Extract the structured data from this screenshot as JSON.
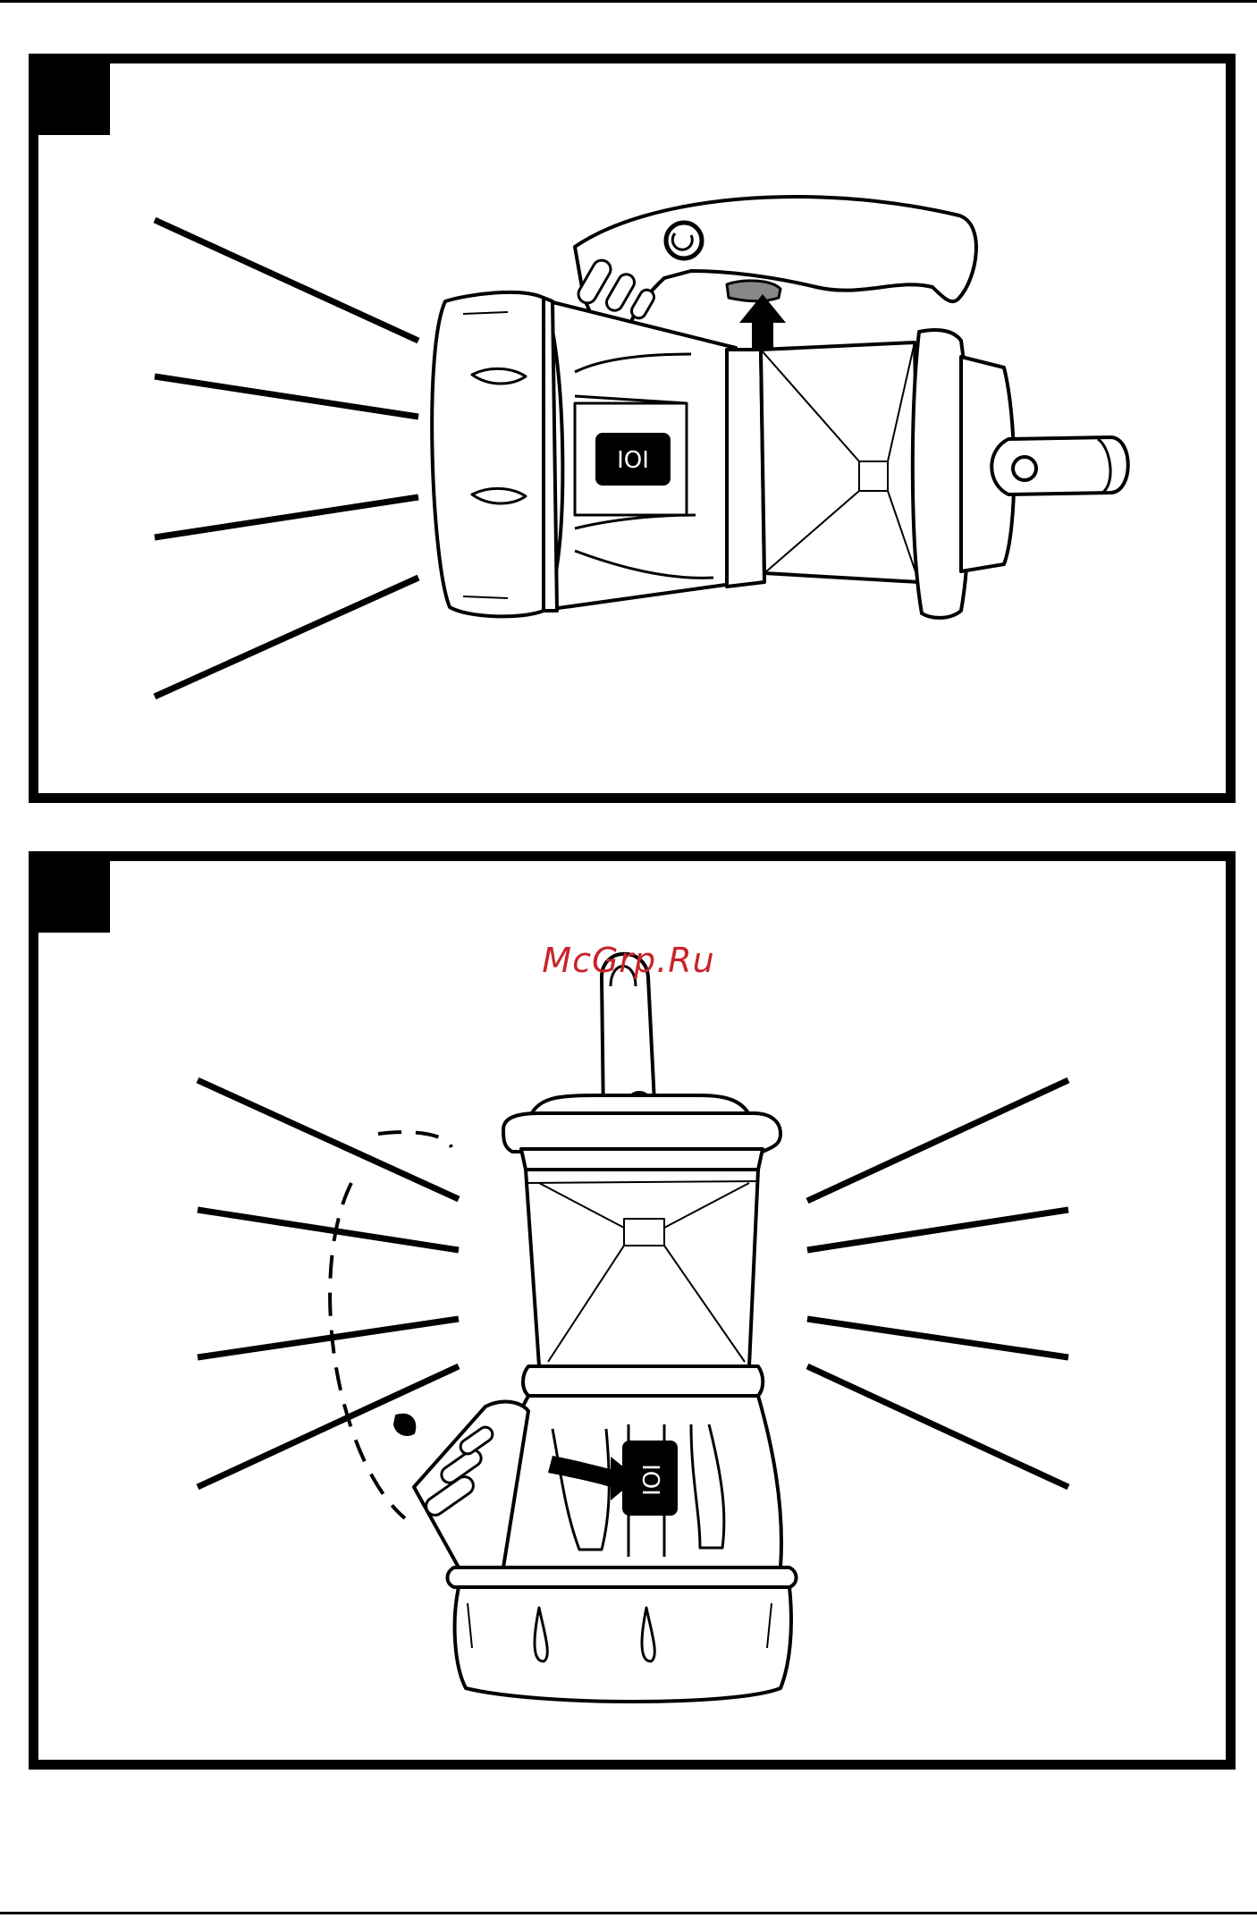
{
  "figure_1": {
    "switch_label": "IOI",
    "icons": [
      "light-rays",
      "spotlight",
      "trigger-arrow",
      "power-switch",
      "hook-handle"
    ]
  },
  "figure_2": {
    "switch_label": "IOI",
    "icons": [
      "light-rays",
      "lantern",
      "hanging-handle",
      "switch-arrow",
      "power-switch"
    ]
  },
  "watermark": {
    "text": "McGrp.Ru",
    "color": "#c8242b"
  }
}
